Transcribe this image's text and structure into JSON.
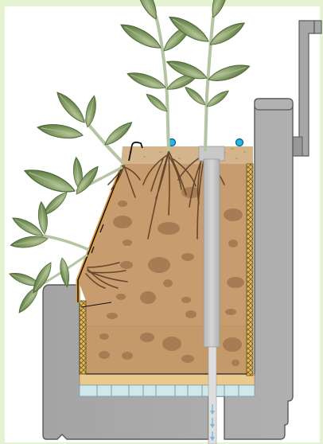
{
  "diagram": {
    "type": "cross-section",
    "components": [
      "frame-border",
      "concrete-wall",
      "wall-cap",
      "outlet-pipe",
      "soil-fill",
      "gravel-layer",
      "drainage-cells",
      "woven-liner",
      "mulch-top",
      "plants",
      "roots",
      "edge-rail",
      "rail-hook",
      "irrigation-dots",
      "central-pipe",
      "flow-arrows",
      "leader-line"
    ],
    "colors": {
      "frame": "#e6f3d2",
      "concrete": "#a9a9a9",
      "concrete_edge": "#5a5a5a",
      "soil_upper": "#c79d6f",
      "soil_lower": "#c59a6a",
      "soil_spot": "#9d714c",
      "mulch": "#d4b48a",
      "liner": "#c8a046",
      "gravel": "#e9c98e",
      "drain_cell": "#cfe8ec",
      "pipe": "#c9c9c9",
      "root": "#5c3e25",
      "leaf_dark": "#5c7a45",
      "leaf_light": "#b6c69a",
      "stem": "#b5c4a1",
      "irrigation": "#22b5e6",
      "arrow": "#7ab7d4"
    }
  }
}
